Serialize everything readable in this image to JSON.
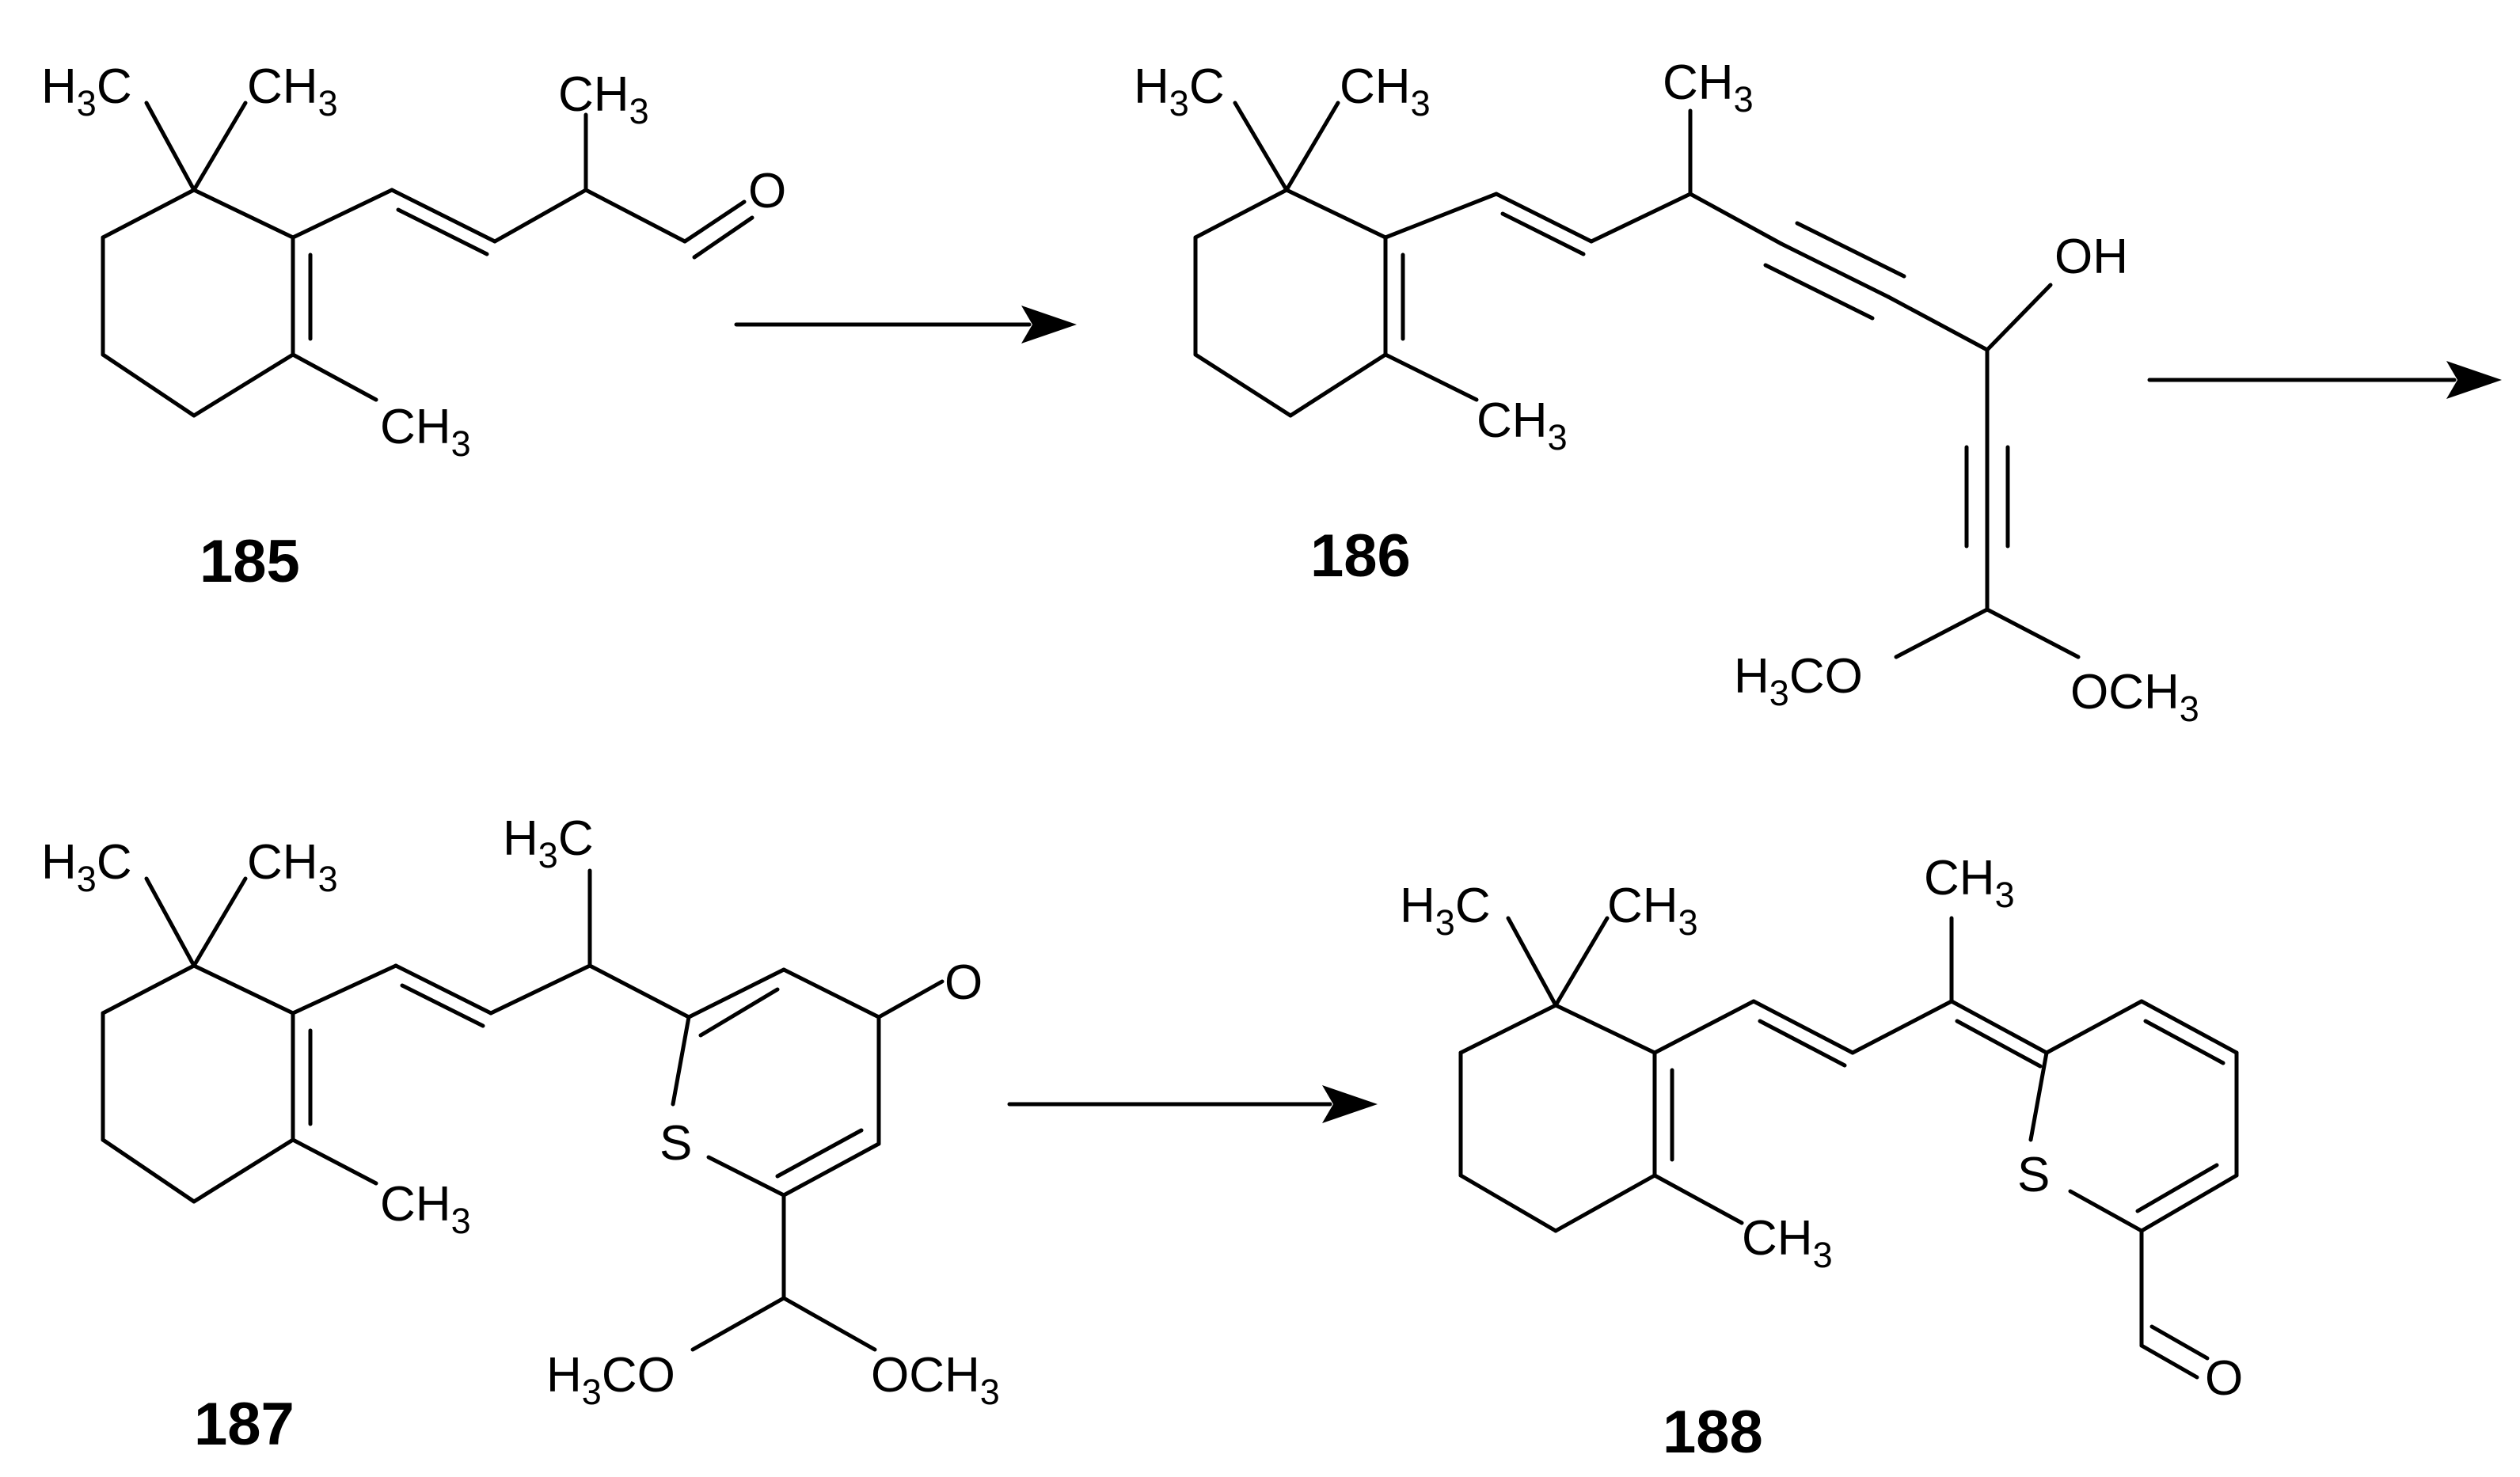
{
  "compounds": [
    {
      "label": "185"
    },
    {
      "label": "186"
    },
    {
      "label": "187"
    },
    {
      "label": "188"
    }
  ],
  "atoms": {
    "h3c_prefix": "H",
    "ch3_prefix": "CH",
    "sub3": "3",
    "c_letter": "C",
    "h3co_tail": "CO",
    "och3_prefix": "OCH",
    "oxygen": "O",
    "sulfur": "S",
    "oh": "OH"
  }
}
